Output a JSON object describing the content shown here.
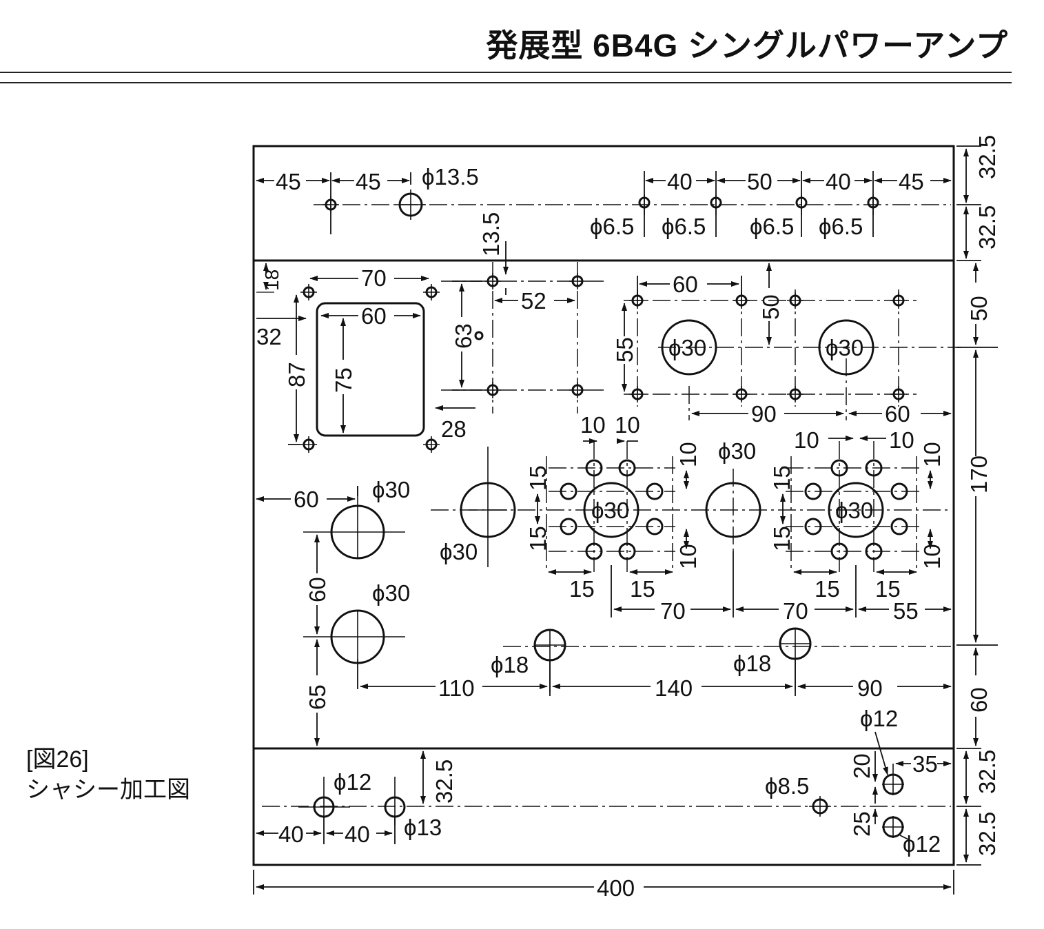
{
  "page": {
    "title": "発展型 6B4G シングルパワーアンプ",
    "figure_number": "[図26]",
    "figure_caption": "シャシー加工図"
  },
  "dims": {
    "top": {
      "h45a": "45",
      "h45b": "45",
      "d13_5": "ϕ13.5",
      "h40a": "40",
      "h50": "50",
      "h40b": "40",
      "h45c": "45",
      "d6_5a": "ϕ6.5",
      "d6_5b": "ϕ6.5",
      "d6_5c": "ϕ6.5",
      "d6_5d": "ϕ6.5",
      "v32_5a": "32.5",
      "v32_5b": "32.5"
    },
    "transformer": {
      "v18": "18",
      "h70": "70",
      "h60": "60",
      "v32": "32",
      "v87": "87",
      "v75": "75",
      "h28": "28"
    },
    "socket_a": {
      "v13_5": "13.5",
      "h52": "52",
      "v63": "63"
    },
    "tube_upper": {
      "h60": "60",
      "v50": "50",
      "v55": "55",
      "d30a": "ϕ30",
      "d30b": "ϕ30",
      "h90": "90",
      "h60b": "60"
    },
    "right_side": {
      "v50": "50",
      "v170": "170",
      "v60": "60",
      "v32_5a": "32.5",
      "v32_5b": "32.5"
    },
    "middle": {
      "h60": "60",
      "d30_left_top": "ϕ30",
      "d30_left_bottom": "ϕ30",
      "v60": "60",
      "v65": "65",
      "d30_single": "ϕ30",
      "d30_sock1": "ϕ30",
      "d30_mid": "ϕ30",
      "d30_sock2": "ϕ30",
      "s1_h10a": "10",
      "s1_h10b": "10",
      "s1_v10a": "10",
      "s1_v10b": "10",
      "s1_v15a": "15",
      "s1_v15b": "15",
      "s1_h15a": "15",
      "s1_h15b": "15",
      "s2_h10a": "10",
      "s2_h10b": "10",
      "s2_v10a": "10",
      "s2_v10b": "10",
      "s2_v15a": "15",
      "s2_v15b": "15",
      "s2_h15a": "15",
      "s2_h15b": "15",
      "h70a": "70",
      "h70b": "70",
      "h55": "55",
      "d18a": "ϕ18",
      "d18b": "ϕ18",
      "h110": "110",
      "h140": "140",
      "h90": "90"
    },
    "bottom": {
      "d12a": "ϕ12",
      "d13": "ϕ13",
      "h40a": "40",
      "h40b": "40",
      "v32_5": "32.5",
      "d12b": "ϕ12",
      "d8_5": "ϕ8.5",
      "d12c": "ϕ12",
      "v20": "20",
      "v25": "25",
      "h35": "35",
      "h400": "400"
    }
  }
}
